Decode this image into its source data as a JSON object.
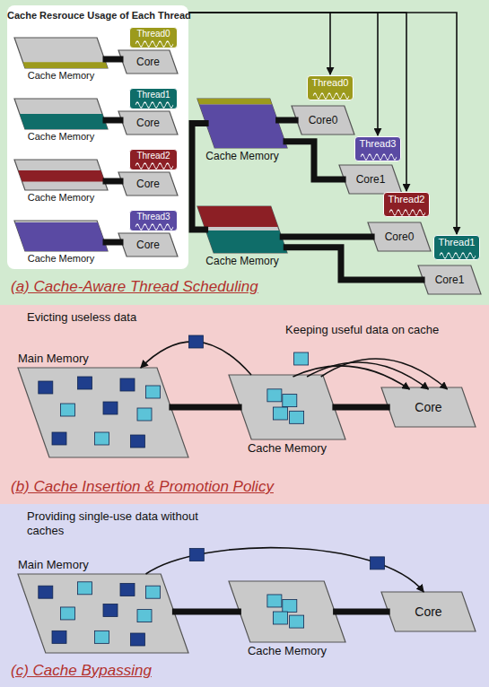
{
  "diagram": {
    "nodes": [
      {
        "text": [
          "(a) Cache-Aware Thread Scheduling"
        ]
      },
      {
        "text": [
          "Cache Resrouce Usage of Each Thread"
        ],
        "in": 0
      },
      {
        "text": [
          "Cache Memory"
        ],
        "in": 1
      },
      {
        "text": [
          "Core"
        ],
        "in": 1
      },
      {
        "text": [
          "Thread0"
        ],
        "in": 1
      },
      {
        "text": [
          "Cache Memory"
        ],
        "in": 1
      },
      {
        "text": [
          "Core"
        ],
        "in": 1
      },
      {
        "text": [
          "Thread1"
        ],
        "in": 1
      },
      {
        "text": [
          "Cache Memory"
        ],
        "in": 1
      },
      {
        "text": [
          "Core"
        ],
        "in": 1
      },
      {
        "text": [
          "Thread2"
        ],
        "in": 1
      },
      {
        "text": [
          "Cache Memory"
        ],
        "in": 1
      },
      {
        "text": [
          "Core"
        ],
        "in": 1
      },
      {
        "text": [
          "Thread3"
        ],
        "in": 1
      },
      {
        "text": [
          "Cache Memory"
        ],
        "in": 0
      },
      {
        "text": [
          "Core0"
        ],
        "in": 0
      },
      {
        "text": [
          "Thread0"
        ],
        "in": 0
      },
      {
        "text": [
          "Core1"
        ],
        "in": 0
      },
      {
        "text": [
          "Thread3"
        ],
        "in": 0
      },
      {
        "text": [
          "Cache Memory"
        ],
        "in": 0
      },
      {
        "text": [
          "Core0"
        ],
        "in": 0
      },
      {
        "text": [
          "Thread2"
        ],
        "in": 0
      },
      {
        "text": [
          "Core1"
        ],
        "in": 0
      },
      {
        "text": [
          "Thread1"
        ],
        "in": 0
      },
      {
        "text": [
          "(b) Cache Insertion & Promotion Policy"
        ]
      },
      {
        "text": [
          "Main Memory"
        ],
        "in": 24
      },
      {
        "text": [
          "Cache Memory"
        ],
        "in": 24
      },
      {
        "text": [
          "Core"
        ],
        "in": 24
      },
      {
        "text": [
          "(c) Cache Bypassing"
        ]
      },
      {
        "text": [
          "Main Memory"
        ],
        "in": 28
      },
      {
        "text": [
          "Cache Memory"
        ],
        "in": 28
      },
      {
        "text": [
          "Core"
        ],
        "in": 28
      }
    ],
    "edges": [
      {
        "from": 2,
        "to": 3,
        "arrow": "none"
      },
      {
        "from": 5,
        "to": 6,
        "arrow": "none"
      },
      {
        "from": 8,
        "to": 9,
        "arrow": "none"
      },
      {
        "from": 11,
        "to": 12,
        "arrow": "none"
      },
      {
        "from": 1,
        "to": 16,
        "arrow": "to"
      },
      {
        "from": 1,
        "to": 18,
        "arrow": "to"
      },
      {
        "from": 1,
        "to": 21,
        "arrow": "to"
      },
      {
        "from": 1,
        "to": 23,
        "arrow": "to"
      },
      {
        "from": 14,
        "to": 15,
        "arrow": "none"
      },
      {
        "from": 14,
        "to": 17,
        "arrow": "none"
      },
      {
        "from": 19,
        "to": 20,
        "arrow": "none"
      },
      {
        "from": 19,
        "to": 22,
        "arrow": "none"
      },
      {
        "from": 14,
        "to": 19,
        "arrow": "none"
      },
      {
        "from": 25,
        "to": 26,
        "arrow": "none"
      },
      {
        "from": 26,
        "to": 27,
        "arrow": "none"
      },
      {
        "from": 26,
        "to": 25,
        "arrow": "to"
      },
      {
        "from": 26,
        "to": 27,
        "arrow": "to"
      },
      {
        "from": 29,
        "to": 30,
        "arrow": "none"
      },
      {
        "from": 30,
        "to": 31,
        "arrow": "none"
      },
      {
        "from": 29,
        "to": 31,
        "arrow": "to"
      }
    ],
    "labels": [
      "Evicting useless data",
      "Keeping useful data on cache",
      "Providing single-use data without caches"
    ]
  }
}
